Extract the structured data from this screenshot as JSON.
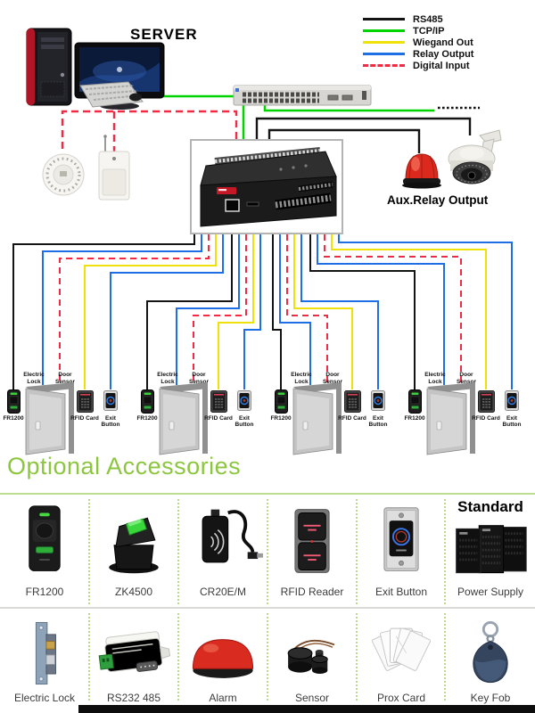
{
  "legend": {
    "items": [
      {
        "label": "RS485",
        "color": "#141414",
        "dashed": false
      },
      {
        "label": "TCP/IP",
        "color": "#00d500",
        "dashed": false
      },
      {
        "label": "Wiegand Out",
        "color": "#efe20a",
        "dashed": false
      },
      {
        "label": "Relay Output",
        "color": "#1e6ee6",
        "dashed": false
      },
      {
        "label": "Digital Input",
        "color": "#f22b45",
        "dashed": true
      }
    ]
  },
  "diagram": {
    "server_label": "SERVER",
    "aux_relay_label": "Aux.Relay Output",
    "doors": [
      {
        "reader_label": "FR1200",
        "lock_label_line1": "Electric",
        "lock_label_line2": "Lock",
        "sensor_label_line1": "Door",
        "sensor_label_line2": "Sensor",
        "rfid_label": "RFID Card",
        "exit_label": "Exit Button"
      },
      {
        "reader_label": "FR1200",
        "lock_label_line1": "Electric",
        "lock_label_line2": "Lock",
        "sensor_label_line1": "Door",
        "sensor_label_line2": "Sensor",
        "rfid_label": "RFID Card",
        "exit_label": "Exit Button"
      },
      {
        "reader_label": "FR1200",
        "lock_label_line1": "Electric",
        "lock_label_line2": "Lock",
        "sensor_label_line1": "Door",
        "sensor_label_line2": "Sensor",
        "rfid_label": "RFID Card",
        "exit_label": "Exit Button"
      },
      {
        "reader_label": "FR1200",
        "lock_label_line1": "Electric",
        "lock_label_line2": "Lock",
        "sensor_label_line1": "Door",
        "sensor_label_line2": "Sensor",
        "rfid_label": "RFID Card",
        "exit_label": "Exit Button"
      }
    ]
  },
  "accessories": {
    "heading": "Optional Accessories",
    "standard_label": "Standard",
    "row1": [
      "FR1200",
      "ZK4500",
      "CR20E/M",
      "RFID Reader",
      "Exit Button",
      "Power Supply"
    ],
    "row2": [
      "Electric Lock",
      "RS232 485",
      "Alarm",
      "Sensor",
      "Prox Card",
      "Key Fob"
    ]
  },
  "colors": {
    "accent_green": "#8cc63e",
    "wire_rs485": "#141414",
    "wire_tcpip": "#00d500",
    "wire_wiegand": "#efe20a",
    "wire_relay": "#1e6ee6",
    "wire_digital_input": "#f22b45"
  }
}
